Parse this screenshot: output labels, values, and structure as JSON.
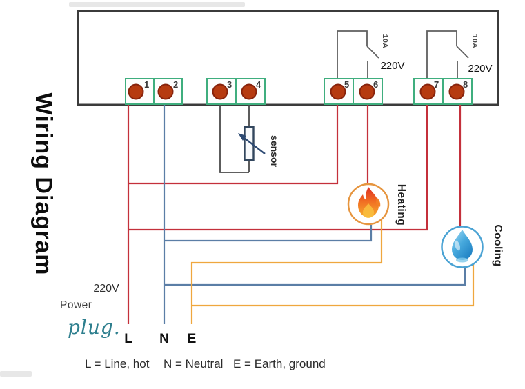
{
  "title": "Wiring Diagram",
  "controller": {
    "terminals": [
      "1",
      "2",
      "3",
      "4",
      "5",
      "6",
      "7",
      "8"
    ],
    "relays": [
      {
        "rating": "10A",
        "voltage": "220V"
      },
      {
        "rating": "10A",
        "voltage": "220V"
      }
    ]
  },
  "labels": {
    "sensor": "sensor",
    "heating": "Heating",
    "cooling": "Cooling"
  },
  "power": {
    "voltage": "220V",
    "name_line1": "Power",
    "name_line2": "plug.",
    "wires": {
      "l": "L",
      "n": "N",
      "e": "E"
    }
  },
  "legend": {
    "line": "L = Line, hot",
    "neutral": "N = Neutral",
    "earth": "E = Earth, ground"
  },
  "colors": {
    "line_wire": "#c4303b",
    "neutral_wire": "#5b7ea6",
    "earth_wire": "#efa73e",
    "terminal_block": "#3fae7e",
    "terminal_screw": "#b63b10",
    "heating_accent": "#e6953f",
    "cooling_accent": "#4ba3d4"
  }
}
